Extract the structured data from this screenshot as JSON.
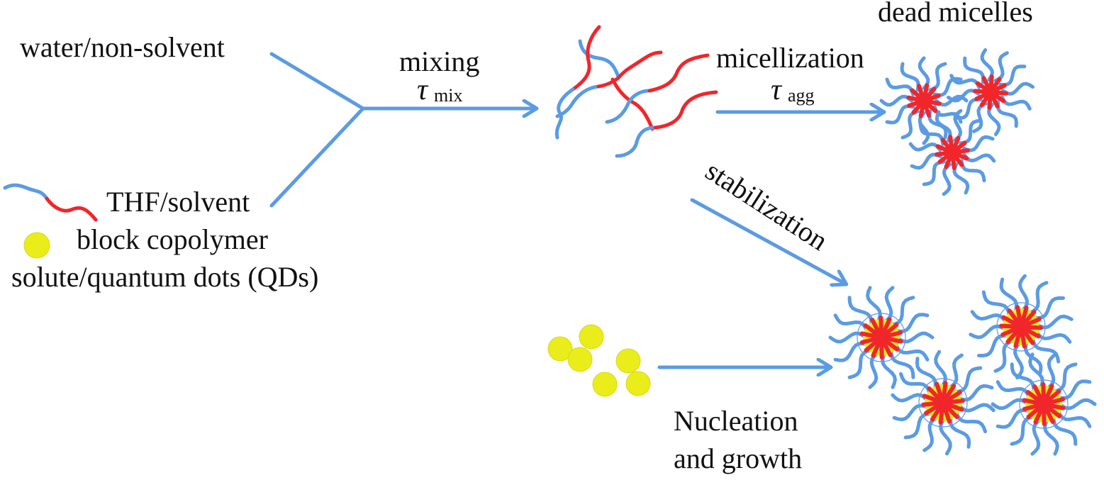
{
  "figure": {
    "colors": {
      "arrow": "#5b9be3",
      "hydrophilic_block": "#5b9be3",
      "hydrophobic_block": "#f0262b",
      "quantum_dot": "#eaed1a",
      "text": "#111111",
      "background": "#ffffff"
    },
    "inputs": {
      "water_label": "water/non-solvent",
      "thf_label": "THF/solvent",
      "copolymer_label": "block copolymer",
      "solute_label": "solute/quantum dots (QDs)"
    },
    "steps": {
      "mixing": {
        "label": "mixing",
        "tau_symbol": "τ",
        "tau_subscript": "mix"
      },
      "micellization": {
        "label": "micellization",
        "tau_symbol": "τ",
        "tau_subscript": "agg"
      },
      "stabilization": {
        "label": "stabilization"
      },
      "nucleation": {
        "line1": "Nucleation",
        "line2": "and growth"
      }
    },
    "outputs": {
      "dead_micelles_label": "dead micelles",
      "dead_micelle_count": 3,
      "qd_loaded_micelle_count": 4,
      "free_qd_count": 6
    },
    "legend": {
      "copolymer_icon": "block-copolymer-chain-icon",
      "qd_icon": "quantum-dot-icon"
    }
  }
}
